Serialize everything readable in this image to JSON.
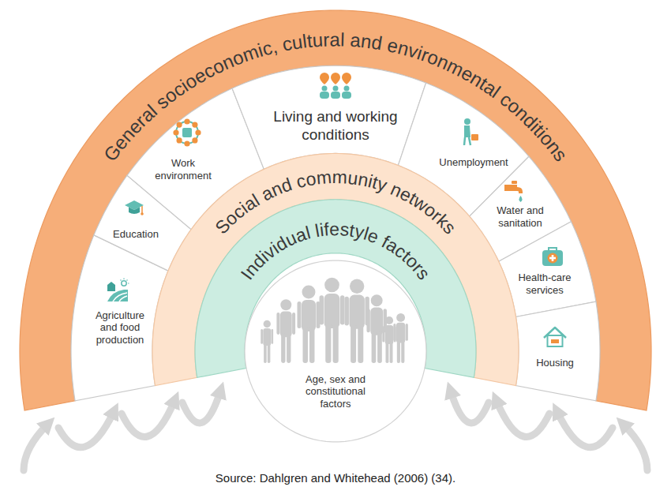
{
  "diagram": {
    "caption": "Source: Dahlgren and Whitehead (2006) (34).",
    "nodes": [
      {
        "text": [
          "General socioeconomic, cultural and environmental conditions"
        ]
      },
      {
        "text": [
          "Agriculture and food production"
        ],
        "in": 0
      },
      {
        "text": [
          "Education"
        ],
        "in": 0
      },
      {
        "text": [
          "Work environment"
        ],
        "in": 0
      },
      {
        "text": [
          "Living and working conditions"
        ],
        "in": 0
      },
      {
        "text": [
          "Unemployment"
        ],
        "in": 0
      },
      {
        "text": [
          "Water and sanitation"
        ],
        "in": 0
      },
      {
        "text": [
          "Health-care services"
        ],
        "in": 0
      },
      {
        "text": [
          "Housing"
        ],
        "in": 0
      },
      {
        "text": [
          "Social and community networks"
        ],
        "in": 0
      },
      {
        "text": [
          "Individual lifestyle factors"
        ],
        "in": 9
      },
      {
        "text": [
          "Age, sex and constitutional factors"
        ],
        "in": 10
      }
    ]
  }
}
